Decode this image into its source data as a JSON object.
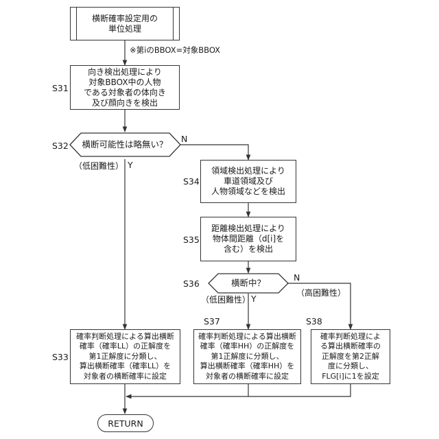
{
  "start": {
    "text": "横断確率設定用の\n単位処理"
  },
  "note": "※第iのBBOX=対象BBOX",
  "steps": {
    "s31": {
      "id": "S31",
      "text": "向き検出処理により\n対象BBOX中の人物\nである対象者の体向き\n及び顔向きを検出"
    },
    "s32": {
      "id": "S32",
      "question": "横断可能性は略無い？",
      "yes": "Y",
      "no": "N",
      "yes_note": "（低困難性）"
    },
    "s33": {
      "id": "S33",
      "text": "確率判断処理による算出横断\n確率（確率LL）の正解度を\n第1正解度に分類し、\n算出横断確率（確率LL）を\n対象者の横断確率に設定"
    },
    "s34": {
      "id": "S34",
      "text": "領域検出処理により\n車道領域及び\n人物領域などを検出"
    },
    "s35": {
      "id": "S35",
      "text": "距離検出処理により\n物体間距離（d[i]を\n含む）を検出"
    },
    "s36": {
      "id": "S36",
      "question": "横断中？",
      "yes": "Y",
      "no": "N",
      "yes_note": "（低困難性）",
      "no_note": "（高困難性）"
    },
    "s37": {
      "id": "S37",
      "text": "確率判断処理による算出横断\n確率（確率HH）の正解度を\n第1正解度に分類し、\n算出横断確率（確率HH）を\n対象者の横断確率に設定"
    },
    "s38": {
      "id": "S38",
      "text": "確率判断処理によ\nる算出横断確率の\n正解度を第2正解\n度に分類し、\nFLG[i]に1を設定"
    }
  },
  "end": {
    "text": "RETURN"
  }
}
